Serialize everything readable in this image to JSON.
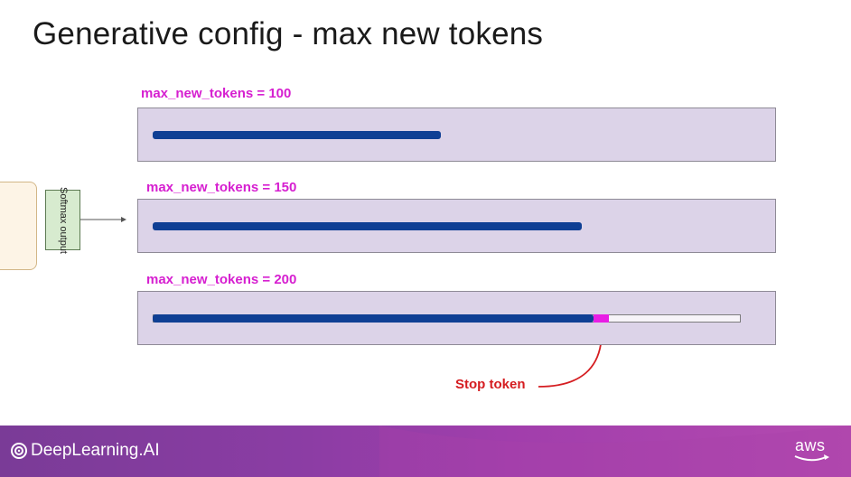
{
  "slide": {
    "title": "Generative config - max new tokens"
  },
  "configs": [
    {
      "label": "max_new_tokens = 100",
      "fill_fraction": 0.49
    },
    {
      "label": "max_new_tokens = 150",
      "fill_fraction": 0.73
    },
    {
      "label": "max_new_tokens = 200",
      "fill_fraction": 0.75,
      "stop_fraction": 0.775
    }
  ],
  "softmax": {
    "label": "Softmax output"
  },
  "annotation": {
    "stop_token_label": "Stop token"
  },
  "footer": {
    "brand": "DeepLearning.AI",
    "partner": "aws"
  },
  "colors": {
    "label": "#d61fd0",
    "bar": "#0f3f94",
    "panel": "#dcd3e8",
    "stop_token": "#e81ee4",
    "annotation": "#d51d21",
    "footer_start": "#7a3b97",
    "footer_end": "#b44ab0"
  }
}
